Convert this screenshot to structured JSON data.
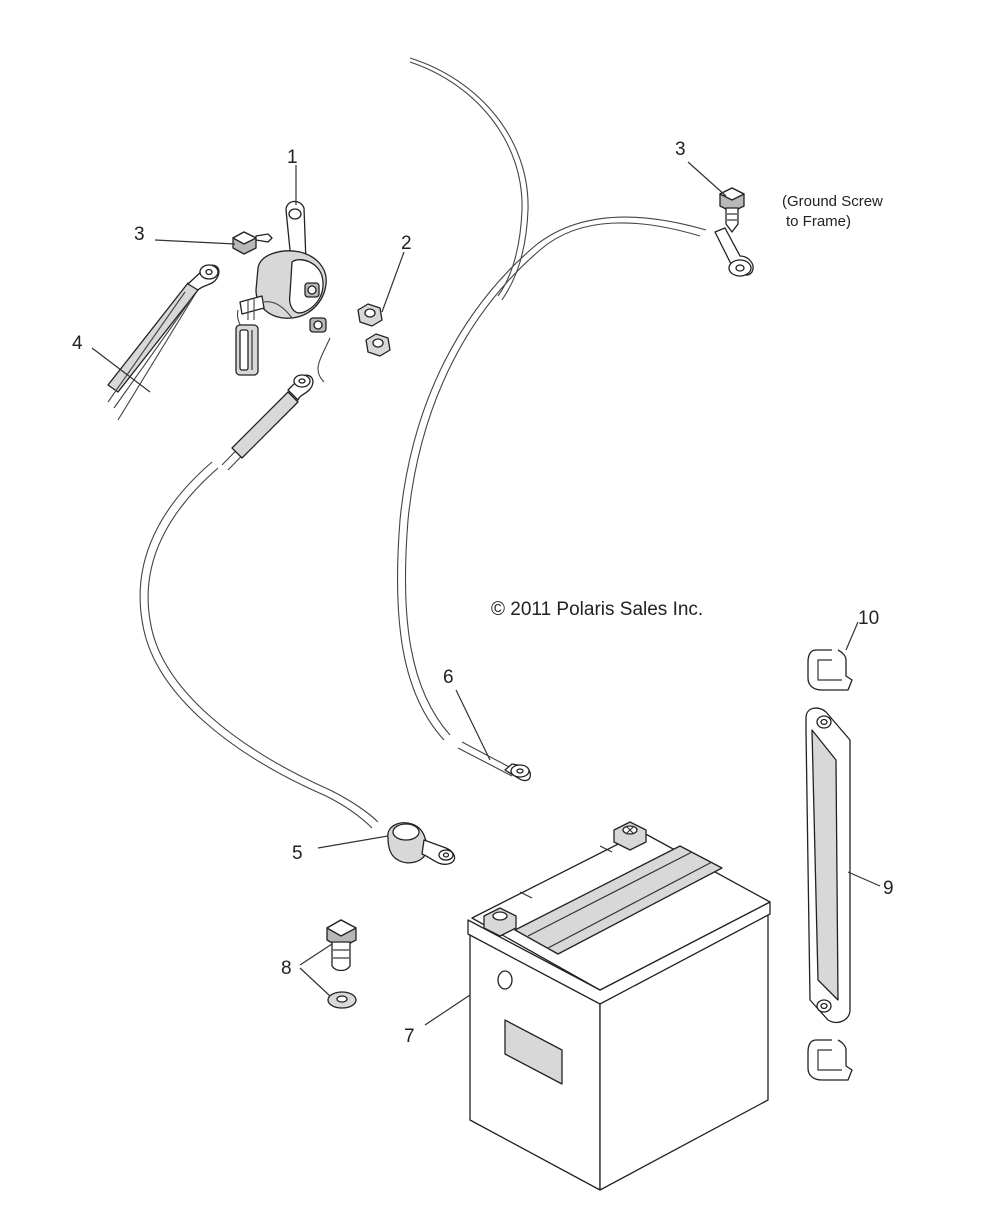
{
  "callouts": {
    "c1": "1",
    "c2": "2",
    "c3a": "3",
    "c3b": "3",
    "c4": "4",
    "c5": "5",
    "c6": "6",
    "c7": "7",
    "c8": "8",
    "c9": "9",
    "c10": "10"
  },
  "note": {
    "line1": "(Ground Screw",
    "line2": "to Frame)"
  },
  "copyright": "© 2011 Polaris Sales Inc."
}
